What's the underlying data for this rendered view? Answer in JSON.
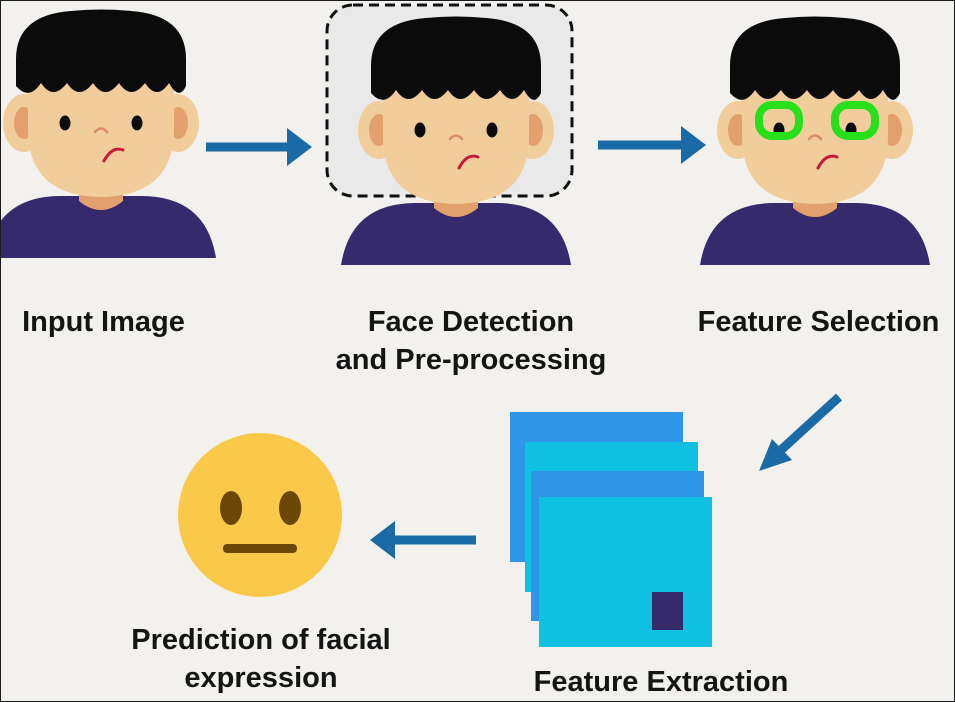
{
  "steps": {
    "input_image": "Input Image",
    "face_detection_line1": "Face Detection",
    "face_detection_line2": "and Pre-processing",
    "feature_selection": "Feature Selection",
    "feature_extraction": "Feature Extraction",
    "prediction_line1": "Prediction of facial",
    "prediction_line2": "expression"
  },
  "colors": {
    "background": "#f3f1ed",
    "arrow": "#1a6ba5",
    "hair": "#0b0b0b",
    "skin": "#f0cd9b",
    "ear_inner": "#e2a06d",
    "neck": "#e2a06d",
    "shirt": "#352a6b",
    "mouth": "#c51b3b",
    "eye_highlight": "#27e01b",
    "layer_blue": "#2f95e6",
    "layer_cyan": "#10c0e0",
    "layer_square": "#352a6b",
    "emoji_face": "#fbc94a",
    "emoji_features": "#6a4808"
  },
  "icons": {
    "arrow_1": "arrow-right-icon",
    "arrow_2": "arrow-right-icon",
    "arrow_3": "arrow-down-left-icon",
    "arrow_4": "arrow-left-icon",
    "result": "neutral-face-icon",
    "features": "feature-map-stack-icon"
  }
}
